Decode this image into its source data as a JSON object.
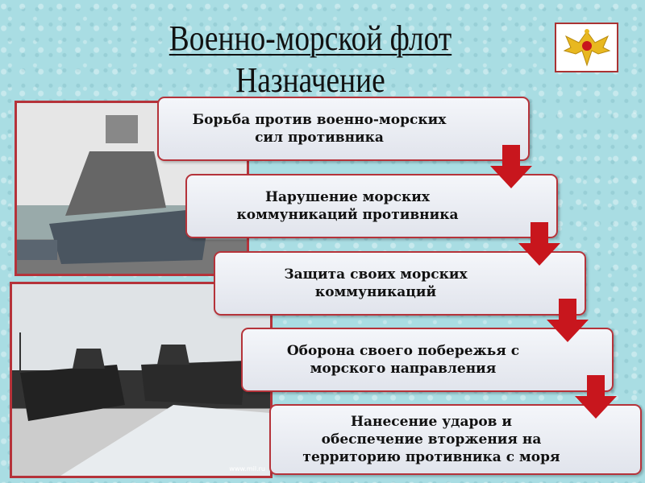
{
  "title": {
    "line1": "Военно-морской флот",
    "line2": "Назначение"
  },
  "emblem": {
    "icon": "double-headed-eagle-emblem"
  },
  "photos": [
    {
      "name": "warship-photo"
    },
    {
      "name": "docked-warships-photo",
      "watermark": "www.mil.ru"
    }
  ],
  "steps": [
    {
      "line1": "Борьба против военно-морских",
      "line2": "сил противника"
    },
    {
      "line1": "Нарушение морских",
      "line2": "коммуникаций противника"
    },
    {
      "line1": "Защита своих морских",
      "line2": "коммуникаций"
    },
    {
      "line1": "Оборона своего побережья с",
      "line2": "морского направления"
    },
    {
      "line1": "Нанесение ударов и",
      "line2": "обеспечение вторжения на",
      "line3": "территорию противника с моря"
    }
  ],
  "colors": {
    "accent": "#c8161d",
    "border": "#b5333a",
    "background": "#a9dde3"
  }
}
